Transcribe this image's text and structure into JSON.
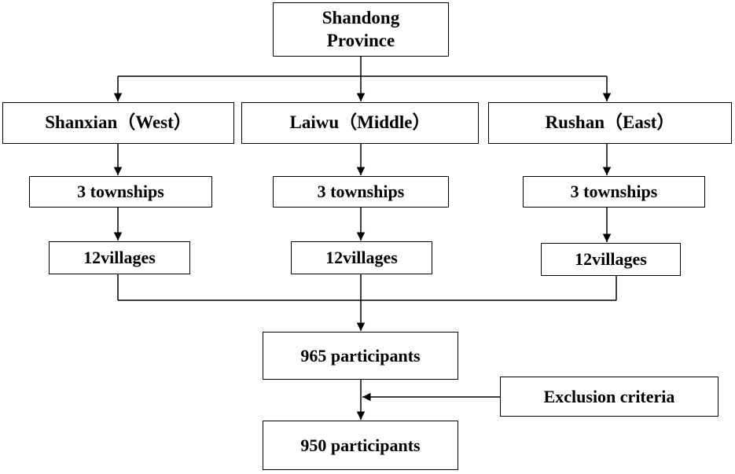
{
  "root": {
    "line1": "Shandong",
    "line2": "Province"
  },
  "regions": [
    {
      "label": "Shanxian（West）",
      "townships": "3 townships",
      "villages": "12villages"
    },
    {
      "label": "Laiwu（Middle）",
      "townships": "3 townships",
      "villages": "12villages"
    },
    {
      "label": "Rushan（East）",
      "townships": "3 townships",
      "villages": "12villages"
    }
  ],
  "participants_total": "965 participants",
  "exclusion": "Exclusion criteria",
  "participants_final": "950 participants"
}
